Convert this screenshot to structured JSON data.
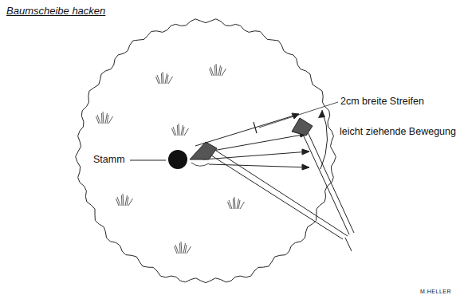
{
  "diagram": {
    "title": "Baumscheibe hacken",
    "labels": [
      "Stamm",
      "2cm breite Streifen",
      "leicht ziehende Bewegung",
      "M.HELLER"
    ]
  }
}
